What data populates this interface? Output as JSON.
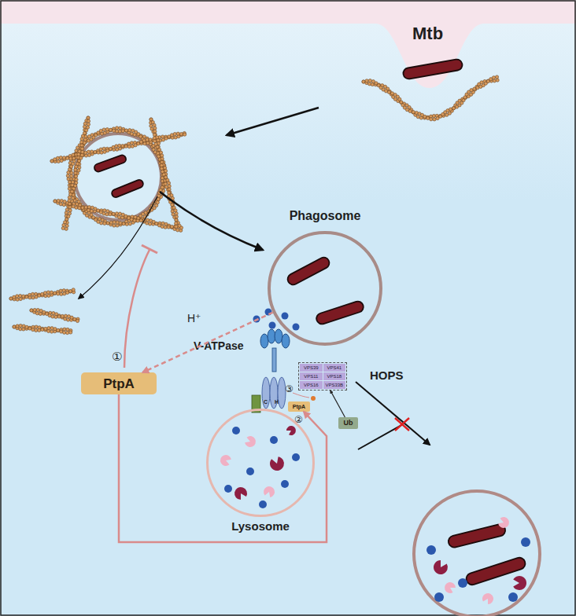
{
  "diagram": {
    "nodes": [
      {
        "text": [
          "Phagosome"
        ]
      },
      {
        "text": [
          "PtpA"
        ]
      },
      {
        "text": [
          "HOPS",
          "VPS39",
          "VPS41",
          "VPS11",
          "VPS18",
          "VPS16",
          "VPS33B"
        ]
      },
      {
        "text": [
          "PtpA"
        ]
      },
      {
        "text": [
          "Ub"
        ]
      },
      {
        "text": [
          "Lysosome"
        ]
      }
    ],
    "edges": [
      {
        "from": 0,
        "to": 1,
        "arrow": "to"
      },
      {
        "from": 1,
        "to": 3,
        "arrow": "to"
      },
      {
        "from": 4,
        "to": 2,
        "arrow": "to"
      }
    ],
    "labels": [
      "Mtb",
      "V-ATPase",
      "H⁺",
      "C",
      "H",
      "①",
      "②",
      "③"
    ]
  }
}
